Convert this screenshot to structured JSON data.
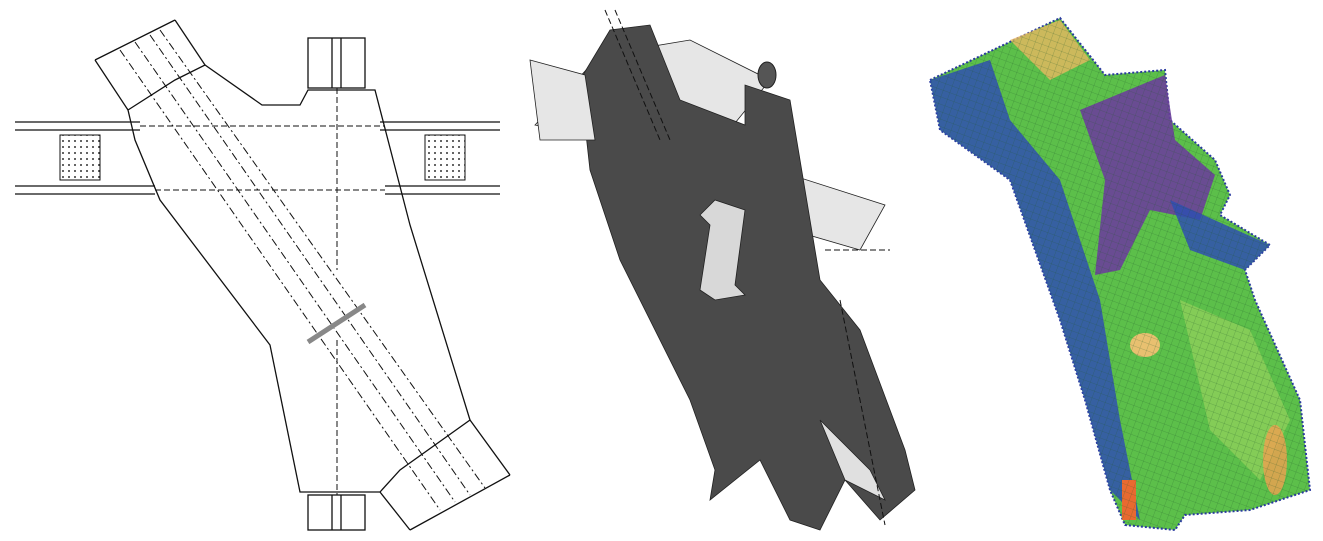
{
  "panels": [
    {
      "id": "drawing-2d"
    },
    {
      "id": "model-3d"
    },
    {
      "id": "fe-mesh"
    }
  ],
  "colors": {
    "line": "#111111",
    "solid_dark": "#4a4a4a",
    "solid_light": "#e6e6e6",
    "mesh_green": "#5cbf4a",
    "mesh_light_green": "#8fd05a",
    "mesh_blue": "#2f4fb0",
    "mesh_purple": "#6a3f9a",
    "mesh_orange": "#f0a050",
    "mesh_edge": "#2a3aa0"
  }
}
